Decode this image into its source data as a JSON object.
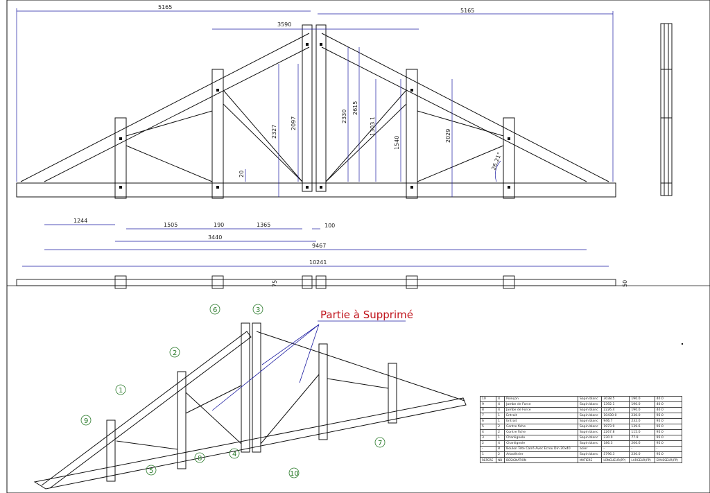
{
  "dimensions": {
    "top_left": "5165",
    "top_right": "5165",
    "mid_top": "3590",
    "h_2327": "2327",
    "h_2097": "2097",
    "h_2330": "2330",
    "h_2615": "2615",
    "h_1303": "1303.1",
    "h_1540": "1540",
    "h_2029": "2029",
    "angle": "26.21°",
    "h_20": "20",
    "d_1244": "1244",
    "d_1505": "1505",
    "d_190": "190",
    "d_1365": "1365",
    "d_100": "100",
    "d_3440": "3440",
    "d_9467": "9467",
    "d_10241": "10241",
    "d_plan_small": "75",
    "d_plan_right": "50"
  },
  "annotation": {
    "text": "Partie à Supprimé",
    "color": "#c0141c"
  },
  "callouts": [
    "1",
    "2",
    "3",
    "4",
    "5",
    "6",
    "7",
    "8",
    "9",
    "10"
  ],
  "colors": {
    "dimension": "#1a1aa0",
    "line": "#111111",
    "callout": "#2a7a2a"
  },
  "bom": {
    "rows": [
      [
        "10",
        "4",
        "Poinçon",
        "Sapin blanc",
        "3038.5",
        "190.0",
        "40.0"
      ],
      [
        "9",
        "4",
        "Jambe de Force",
        "Sapin blanc",
        "1392.1",
        "190.0",
        "40.0"
      ],
      [
        "8",
        "4",
        "Jambe de Force",
        "Sapin blanc",
        "2226.4",
        "190.0",
        "40.0"
      ],
      [
        "7",
        "1",
        "Entrait",
        "Sapin blanc",
        "10430.0",
        "230.0",
        "95.0"
      ],
      [
        "6",
        "1",
        "Entrait",
        "Sapin blanc",
        "946.7",
        "232.0",
        "95.0"
      ],
      [
        "5",
        "2",
        "Contre fiche",
        "Sapin blanc",
        "1973.9",
        "139.6",
        "95.0"
      ],
      [
        "4",
        "2",
        "Contre fiche",
        "Sapin blanc",
        "2267.8",
        "115.0",
        "95.0"
      ],
      [
        "3",
        "1",
        "Chanlignole",
        "Sapin blanc",
        "230.0",
        "77.9",
        "95.0"
      ],
      [
        "2",
        "4",
        "Chanlignole",
        "Sapin blanc",
        "186.3",
        "206.6",
        "95.0"
      ],
      [
        "-",
        "8",
        "Boulon Tete Carré Avec Ecrou Din 20x40",
        "acier",
        "-",
        "-",
        "-"
      ],
      [
        "1",
        "2",
        "Arbalétrier",
        "Sapin blanc",
        "5796.3",
        "230.0",
        "95.0"
      ]
    ],
    "header": [
      "REPERE",
      "NB",
      "DESIGNATION",
      "MATIERE",
      "LONGUEUR(PP)",
      "LARGEUR(PP)",
      "EPAISSEUR(PP)"
    ]
  }
}
